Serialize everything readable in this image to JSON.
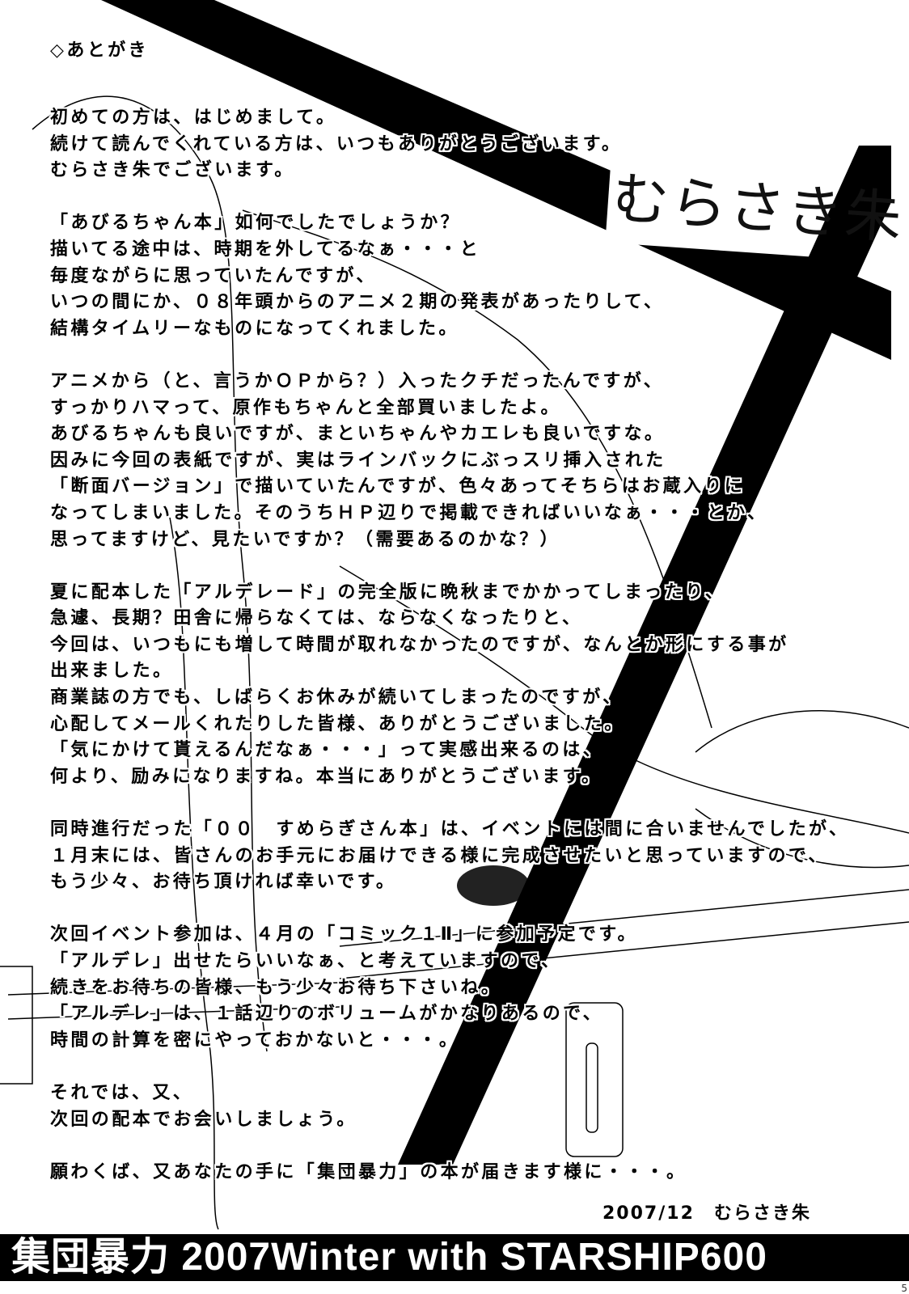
{
  "heading": "◇あとがき",
  "body_lines": [
    "初めての方は、はじめまして。",
    "続けて読んでくれている方は、いつもありがとうございます。",
    "むらさき朱でございます。",
    "",
    "「あびるちゃん本」如何でしたでしょうか？",
    "描いてる途中は、時期を外してるなぁ・・・と",
    "毎度ながらに思っていたんですが、",
    "いつの間にか、０８年頭からのアニメ２期の発表があったりして、",
    "結構タイムリーなものになってくれました。",
    "",
    "アニメから（と、言うかＯＰから？）入ったクチだったんですが、",
    "すっかりハマって、原作もちゃんと全部買いましたよ。",
    "あびるちゃんも良いですが、まといちゃんやカエレも良いですな。",
    "因みに今回の表紙ですが、実はラインバックにぶっスリ挿入された",
    "「断面バージョン」で描いていたんですが、色々あってそちらはお蔵入りに",
    "なってしまいました。そのうちＨＰ辺りで掲載できればいいなぁ・・・とか、",
    "思ってますけど、見たいですか？（需要あるのかな？）",
    "",
    "夏に配本した「アルデレード」の完全版に晩秋までかかってしまったり、",
    "急遽、長期？田舎に帰らなくては、ならなくなったりと、",
    "今回は、いつもにも増して時間が取れなかったのですが、なんとか形にする事が",
    "出来ました。",
    "商業誌の方でも、しばらくお休みが続いてしまったのですが、",
    "心配してメールくれたりした皆様、ありがとうございました。",
    "「気にかけて貰えるんだなぁ・・・」って実感出来るのは、",
    "何より、励みになりますね。本当にありがとうございます。",
    "",
    "同時進行だった「００　すめらぎさん本」は、イベントには間に合いませんでしたが、",
    "１月末には、皆さんのお手元にお届けできる様に完成させたいと思っていますので、",
    "もう少々、お待ち頂ければ幸いです。",
    "",
    "次回イベント参加は、４月の「コミック１Ⅱ」に参加予定です。",
    "「アルデレ」出せたらいいなぁ、と考えていますので、",
    "続きをお待ちの皆様、もう少々お待ち下さいね。",
    "「アルデレ」は、１話辺りのボリュームがかなりあるので、",
    "時間の計算を密にやっておかないと・・・。",
    "",
    "それでは、又、",
    "次回の配本でお会いしましょう。",
    "",
    "願わくば、又あなたの手に「集団暴力」の本が届きます様に・・・。"
  ],
  "signature": "2007/12　むらさき朱",
  "band1_text": "むらさき朱",
  "band2_text": "集団暴力 2007Winter with STARSHIP600",
  "page_number": "5"
}
